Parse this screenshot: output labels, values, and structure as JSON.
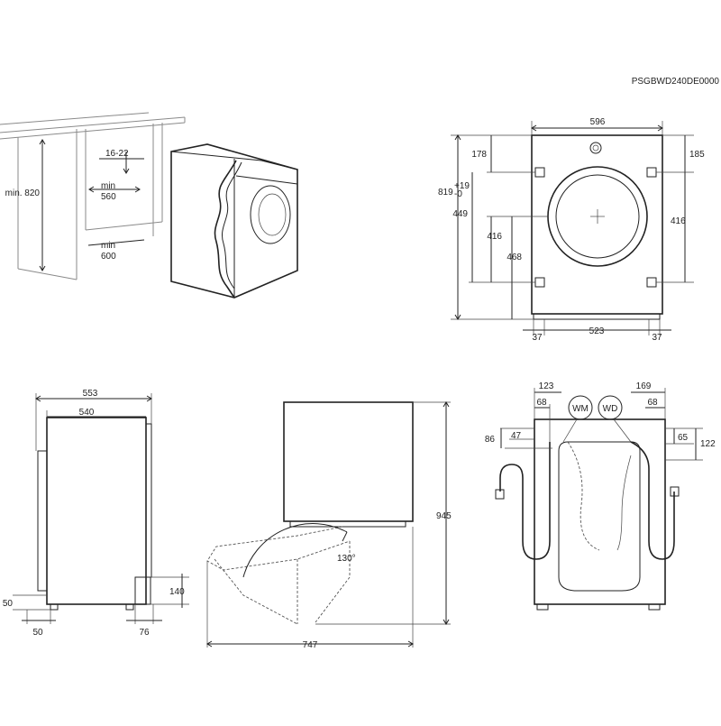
{
  "model_code": "PSGBWD240DE0000",
  "install": {
    "min_height": "min. 820",
    "gap": "16-22",
    "min_depth": [
      "min",
      "560"
    ],
    "min_width": [
      "min",
      "600"
    ]
  },
  "front": {
    "width": "596",
    "top_left": "178",
    "top_right": "185",
    "height_base": "819",
    "height_tol_plus": "+19",
    "height_tol_minus": "-0",
    "left_449": "449",
    "left_416": "416",
    "right_416": "416",
    "left_468": "468",
    "bottom_left": "37",
    "bottom_mid": "523",
    "bottom_right": "37"
  },
  "side": {
    "depth_553": "553",
    "depth_540": "540",
    "base_50_left": "50",
    "base_50_bottom": "50",
    "base_76": "76",
    "base_140": "140"
  },
  "door": {
    "height": "945",
    "angle": "130°",
    "total_depth": "747"
  },
  "back": {
    "wm_label": "WM",
    "wd_label": "WD",
    "top_123": "123",
    "top_68_left": "68",
    "top_169": "169",
    "top_68_right": "68",
    "left_86": "86",
    "left_47": "47",
    "right_65": "65",
    "right_122": "122"
  }
}
